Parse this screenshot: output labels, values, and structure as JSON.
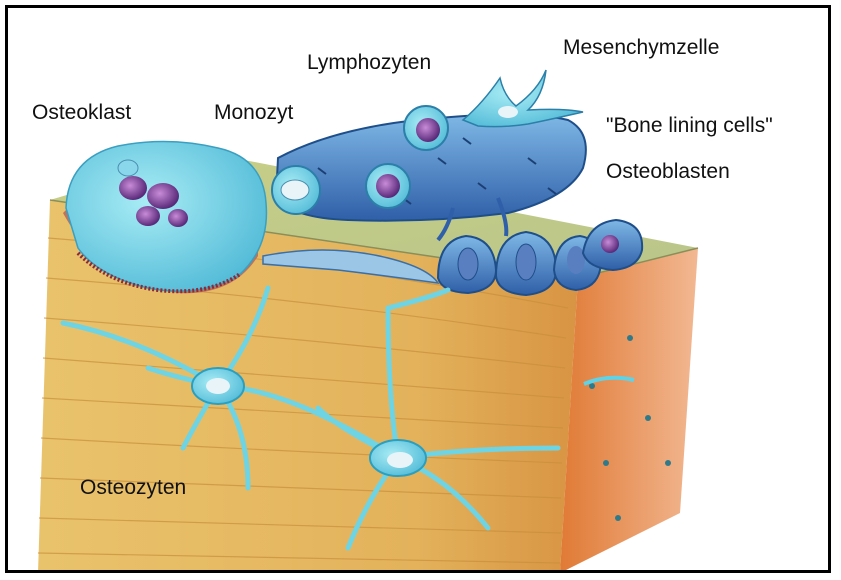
{
  "labels": {
    "osteoklast": "Osteoklast",
    "monozyt": "Monozyt",
    "lymphozyten": "Lymphozyten",
    "mesenchymzelle": "Mesenchymzelle",
    "bone_lining": "\"Bone lining cells\"",
    "osteoblasten": "Osteoblasten",
    "osteozyten": "Osteozyten"
  },
  "colors": {
    "bone_front": "#e6b85a",
    "bone_side": "#d67a3a",
    "bone_top": "#c9d08a",
    "cell_cyan": "#5ed3e8",
    "cell_blue": "#3e76c0",
    "nucleus_purple": "#7a3f9a"
  }
}
